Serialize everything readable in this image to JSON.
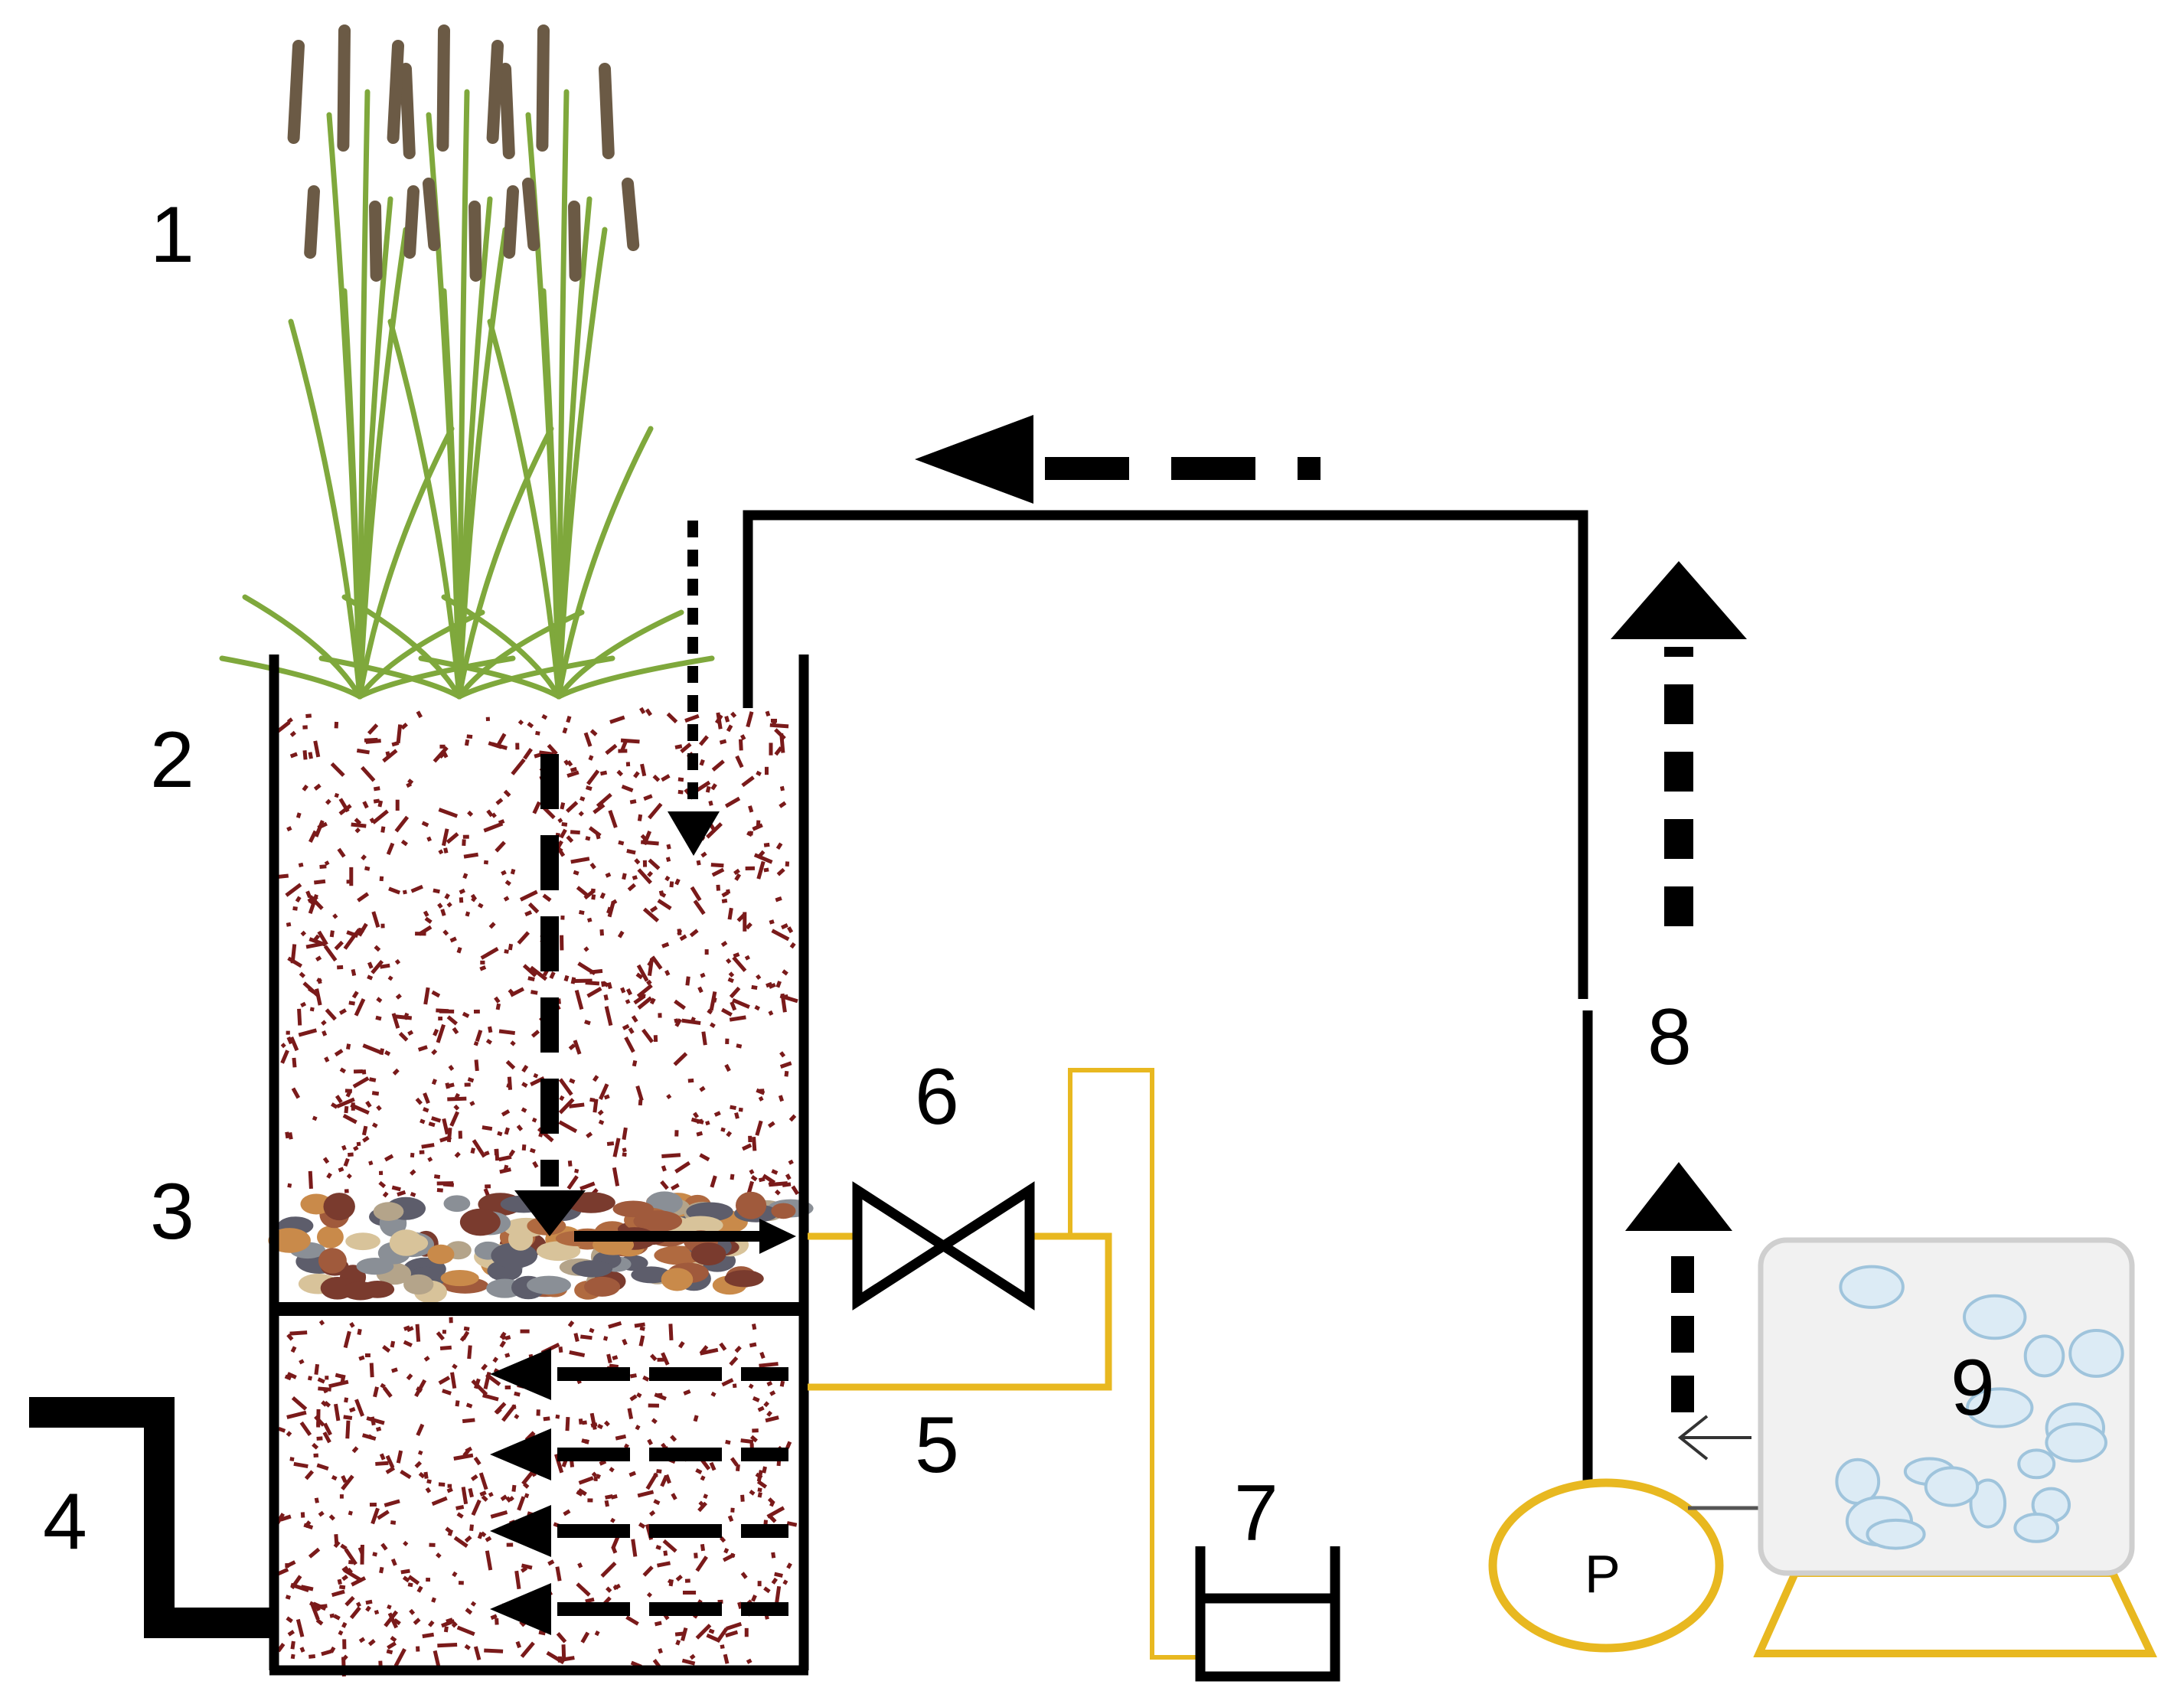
{
  "labels": {
    "plants": "1",
    "substrate": "2",
    "gravel": "3",
    "outlet": "4",
    "tube": "5",
    "valve": "6",
    "collector": "7",
    "flow": "8",
    "tank": "9",
    "pump": "P"
  },
  "colors": {
    "line": "#000000",
    "tube": "#e8b820",
    "substrate_dot": "#7a1a1a",
    "leaf": "#7fa83c",
    "cattail": "#6b5a45",
    "tank": "#f0f0f0",
    "bubble": "#9fc4dc",
    "stand": "#e8b820"
  }
}
